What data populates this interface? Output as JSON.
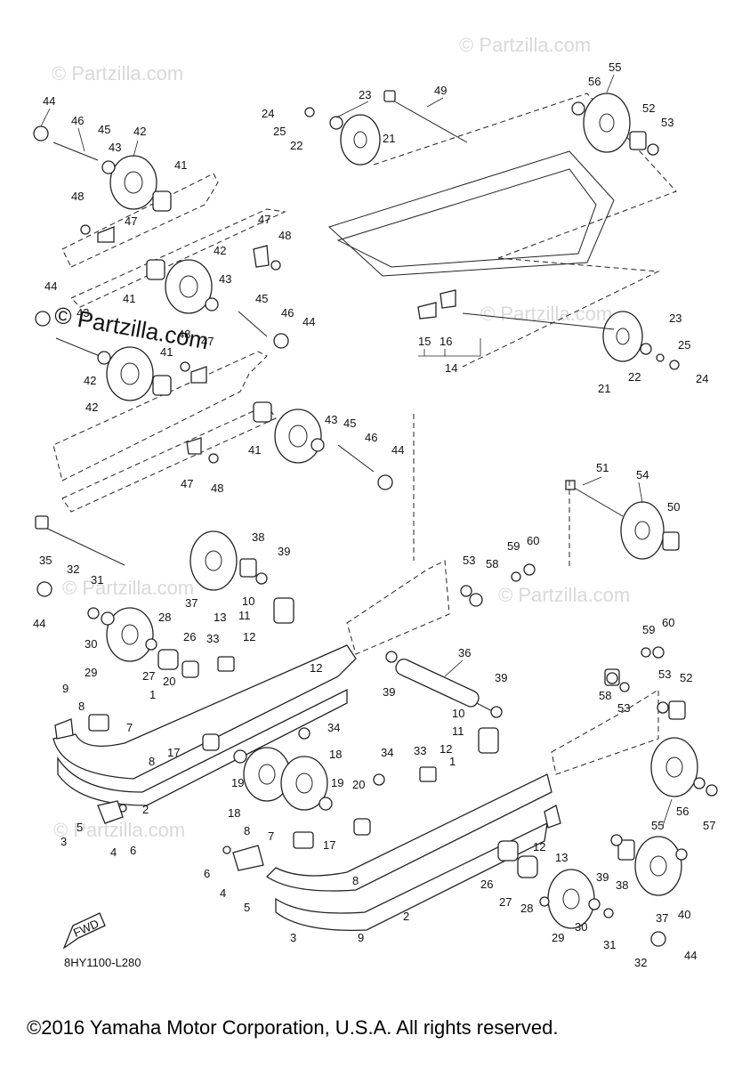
{
  "diagram": {
    "code": "8HY1100-L280",
    "copyright": "©2016 Yamaha Motor Corporation, U.S.A. All rights reserved.",
    "watermark": "© Partzilla.com",
    "watermark_small": "© Partzilla.com",
    "fwd_label": "FWD",
    "callouts": {
      "c1": "44",
      "c2": "46",
      "c3": "45",
      "c4": "43",
      "c5": "42",
      "c6": "41",
      "c7": "48",
      "c8": "47",
      "c9": "47",
      "c10": "48",
      "c11": "42",
      "c12": "43",
      "c13": "45",
      "c14": "46",
      "c15": "44",
      "c16": "41",
      "c17": "44",
      "c18": "43",
      "c19": "42",
      "c20": "48",
      "c21": "47",
      "c22": "41",
      "c23": "42",
      "c24": "43",
      "c25": "45",
      "c26": "46",
      "c27": "44",
      "c28": "41",
      "c29": "47",
      "c30": "48",
      "c31": "24",
      "c32": "25",
      "c33": "22",
      "c34": "23",
      "c35": "21",
      "c36": "49",
      "c37": "55",
      "c38": "56",
      "c39": "52",
      "c40": "53",
      "c41": "15",
      "c42": "16",
      "c43": "14",
      "c44": "23",
      "c45": "25",
      "c46": "24",
      "c47": "21",
      "c48": "22",
      "c49": "51",
      "c50": "54",
      "c51": "50",
      "c52": "53",
      "c53": "58",
      "c54": "59",
      "c55": "60",
      "c56": "35",
      "c57": "38",
      "c58": "39",
      "c59": "32",
      "c60": "31",
      "c61": "37",
      "c62": "44",
      "c63": "30",
      "c64": "28",
      "c65": "29",
      "c66": "27",
      "c67": "26",
      "c68": "33",
      "c69": "13",
      "c70": "12",
      "c71": "10",
      "c72": "11",
      "c73": "36",
      "c74": "39",
      "c75": "39",
      "c76": "12",
      "c77": "9",
      "c78": "8",
      "c79": "7",
      "c80": "1",
      "c81": "20",
      "c82": "8",
      "c83": "17",
      "c84": "34",
      "c85": "59",
      "c86": "60",
      "c87": "58",
      "c88": "53",
      "c89": "53",
      "c90": "52",
      "c91": "10",
      "c92": "11",
      "c93": "12",
      "c94": "34",
      "c95": "33",
      "c96": "1",
      "c97": "18",
      "c98": "19",
      "c99": "18",
      "c100": "19",
      "c101": "2",
      "c102": "3",
      "c103": "5",
      "c104": "4",
      "c105": "6",
      "c106": "20",
      "c107": "17",
      "c108": "8",
      "c109": "7",
      "c110": "6",
      "c111": "4",
      "c112": "5",
      "c113": "8",
      "c114": "3",
      "c115": "2",
      "c116": "9",
      "c117": "26",
      "c118": "27",
      "c119": "28",
      "c120": "29",
      "c121": "30",
      "c122": "31",
      "c123": "32",
      "c124": "44",
      "c125": "12",
      "c126": "13",
      "c127": "39",
      "c128": "38",
      "c129": "37",
      "c130": "40",
      "c131": "55",
      "c132": "56",
      "c133": "57"
    }
  }
}
